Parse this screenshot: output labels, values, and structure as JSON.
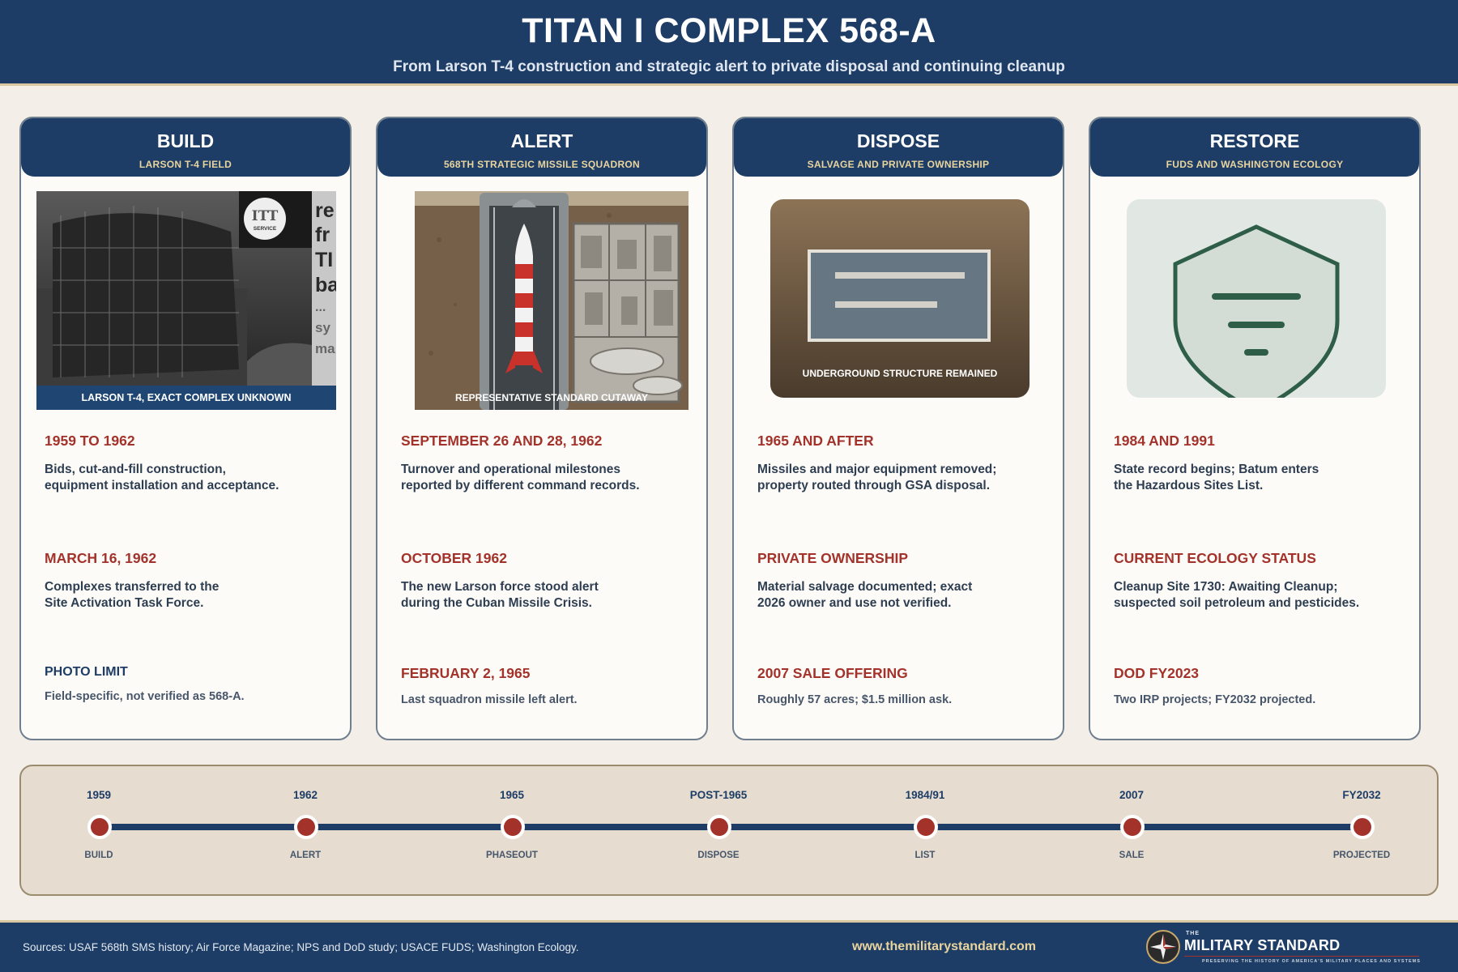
{
  "header": {
    "title": "TITAN I COMPLEX 568-A",
    "subtitle": "From Larson T-4 construction and strategic alert to private disposal and continuing cleanup"
  },
  "cards": [
    {
      "title": "BUILD",
      "subtitle": "LARSON T-4 FIELD",
      "caption": "LARSON T-4, EXACT COMPLEX UNKNOWN",
      "photo_logo": "ITT",
      "photo_logo_sub": "SERVICE",
      "photo_fragments": [
        "re",
        "fr",
        "TI",
        "ba",
        "...",
        "sy",
        "ma"
      ],
      "e1_date": "1959 TO 1962",
      "e1_desc_line1": "Bids, cut-and-fill construction,",
      "e1_desc_line2": "equipment installation and acceptance.",
      "e2_date": "MARCH 16, 1962",
      "e2_desc_line1": "Complexes transferred to the",
      "e2_desc_line2": "Site Activation Task Force.",
      "e3_label": "PHOTO LIMIT",
      "e3_desc": "Field-specific, not verified as 568-A."
    },
    {
      "title": "ALERT",
      "subtitle": "568TH STRATEGIC MISSILE SQUADRON",
      "caption": "REPRESENTATIVE STANDARD CUTAWAY",
      "e1_date": "SEPTEMBER 26 AND 28, 1962",
      "e1_desc_line1": "Turnover and operational milestones",
      "e1_desc_line2": "reported by different command records.",
      "e2_date": "OCTOBER 1962",
      "e2_desc_line1": "The new Larson force stood alert",
      "e2_desc_line2": "during the Cuban Missile Crisis.",
      "e3_label": "FEBRUARY 2, 1965",
      "e3_desc": "Last squadron missile left alert."
    },
    {
      "title": "DISPOSE",
      "subtitle": "SALVAGE AND PRIVATE OWNERSHIP",
      "caption": "UNDERGROUND STRUCTURE REMAINED",
      "e1_date": "1965 AND AFTER",
      "e1_desc_line1": "Missiles and major equipment removed;",
      "e1_desc_line2": "property routed through GSA disposal.",
      "e2_date": "PRIVATE OWNERSHIP",
      "e2_desc_line1": "Material salvage documented; exact",
      "e2_desc_line2": "2026 owner and use not verified.",
      "e3_label": "2007 SALE OFFERING",
      "e3_desc": "Roughly 57 acres; $1.5 million ask."
    },
    {
      "title": "RESTORE",
      "subtitle": "FUDS AND WASHINGTON ECOLOGY",
      "e1_date": "1984 AND 1991",
      "e1_desc_line1": "State record begins; Batum enters",
      "e1_desc_line2": "the Hazardous Sites List.",
      "e2_date": "CURRENT ECOLOGY STATUS",
      "e2_desc_line1": "Cleanup Site 1730: Awaiting Cleanup;",
      "e2_desc_line2": "suspected soil petroleum and pesticides.",
      "e3_label": "DOD FY2023",
      "e3_desc": "Two IRP projects; FY2032 projected."
    }
  ],
  "timeline": [
    {
      "year": "1959",
      "label": "BUILD"
    },
    {
      "year": "1962",
      "label": "ALERT"
    },
    {
      "year": "1965",
      "label": "PHASEOUT"
    },
    {
      "year": "POST-1965",
      "label": "DISPOSE"
    },
    {
      "year": "1984/91",
      "label": "LIST"
    },
    {
      "year": "2007",
      "label": "SALE"
    },
    {
      "year": "FY2032",
      "label": "PROJECTED"
    }
  ],
  "footer": {
    "sources": "Sources: USAF 568th SMS history; Air Force Magazine; NPS and DoD study; USACE FUDS; Washington Ecology.",
    "url": "www.themilitarystandard.com",
    "logo_the": "THE",
    "logo_name": "MILITARY STANDARD",
    "logo_tagline": "PRESERVING THE HISTORY OF AMERICA'S MILITARY PLACES AND SYSTEMS"
  },
  "colors": {
    "navy": "#1d3d66",
    "accent_red": "#a3322b",
    "gold": "#e9d49e",
    "background": "#f3efe8"
  }
}
